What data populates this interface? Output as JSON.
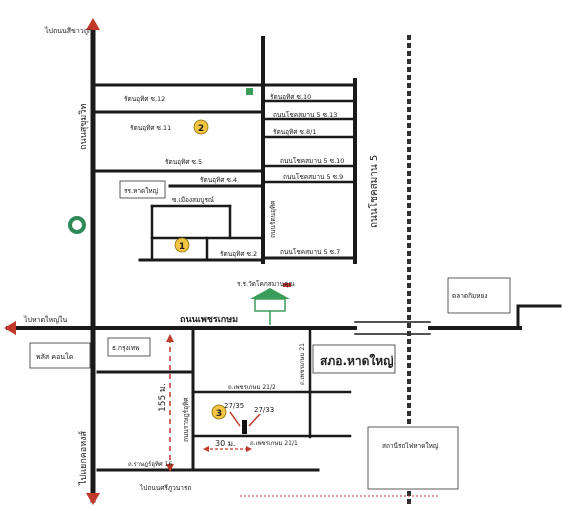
{
  "labels": {
    "north_top": "ไปถนนสีขาวถูก",
    "sukhumvit": "ถนนสุขุมวิท",
    "sukhumvit_12": "รัตนอุทิศ ซ.12",
    "sukhumvit_11": "รัตนอุทิศ ซ.11",
    "sukhumvit_5": "รัตนอุทิศ ซ.5",
    "sukhumvit_4": "รัตนอุทิศ ซ.4",
    "sukhumvit_2": "รัตนอุทิศ ซ.2",
    "soi_10": "รัตนอุทิศ ซ.10",
    "soi_chok_13": "ถนนโชคสมาน 5 ซ.13",
    "soi_8_1": "รัตนอุทิศ ซ.8/1",
    "soi_chok_10": "ถนนโชคสมาน 5 ซ.10",
    "soi_chok_9": "ถนนโชคสมาน 5 ซ.9",
    "soi_chok_7": "ถนนโชคสมาน 5 ซ.7",
    "chok_samarn_5": "ถนนโชคสมาน 5",
    "rattanuthit_road": "ถนนรัตนอุทิศ",
    "school": "รร.หาดใหญ่",
    "soi_muang": "ซ.เมืองสมบูรณ์",
    "temple": "ร.ร.วัดโคกสมานคุณ",
    "phetkasem": "ถนนเพชรเกษม",
    "to_hatyai_west": "ไปหาดใหญ่ใน",
    "market": "ตลาดกิมหยง",
    "plaza": "พลัส คอนโด",
    "krungthep": "ธ.กรุงเทพ",
    "phetkasem_21": "ถ.เพชรเกษม 21",
    "phetkasem_21_2": "ถ.เพชรเกษม 21/2",
    "phetkasem_21_1": "ถ.เพชรเกษม 21/1",
    "ratprasert": "ถนนราษฎร์อุทิศ",
    "soi_16": "ถ.ราษฎร์อุทิศ 16",
    "to_rattaphum": "ไปถนนศรีภูวนารถ",
    "to_hatyai_road": "ไปถนนศรีภูวนารถ",
    "left_bottom": "ไปแยกคอหงส์",
    "sapor": "สภอ.หาดใหญ่",
    "station": "สถานีรถไฟหาดใหญ่",
    "distance_vertical": "155 ม.",
    "distance_horizontal": "30 ม.",
    "house_1": "27/35",
    "house_2": "27/33",
    "marker_1": "1",
    "marker_2": "2",
    "marker_3": "3"
  },
  "colors": {
    "road": "#1a1a1a",
    "arrow": "#c0392b",
    "marker": "#f4c542",
    "rail": "#2e2e2e",
    "temple": "#3a9d5a",
    "logo": "#2e8b57"
  }
}
